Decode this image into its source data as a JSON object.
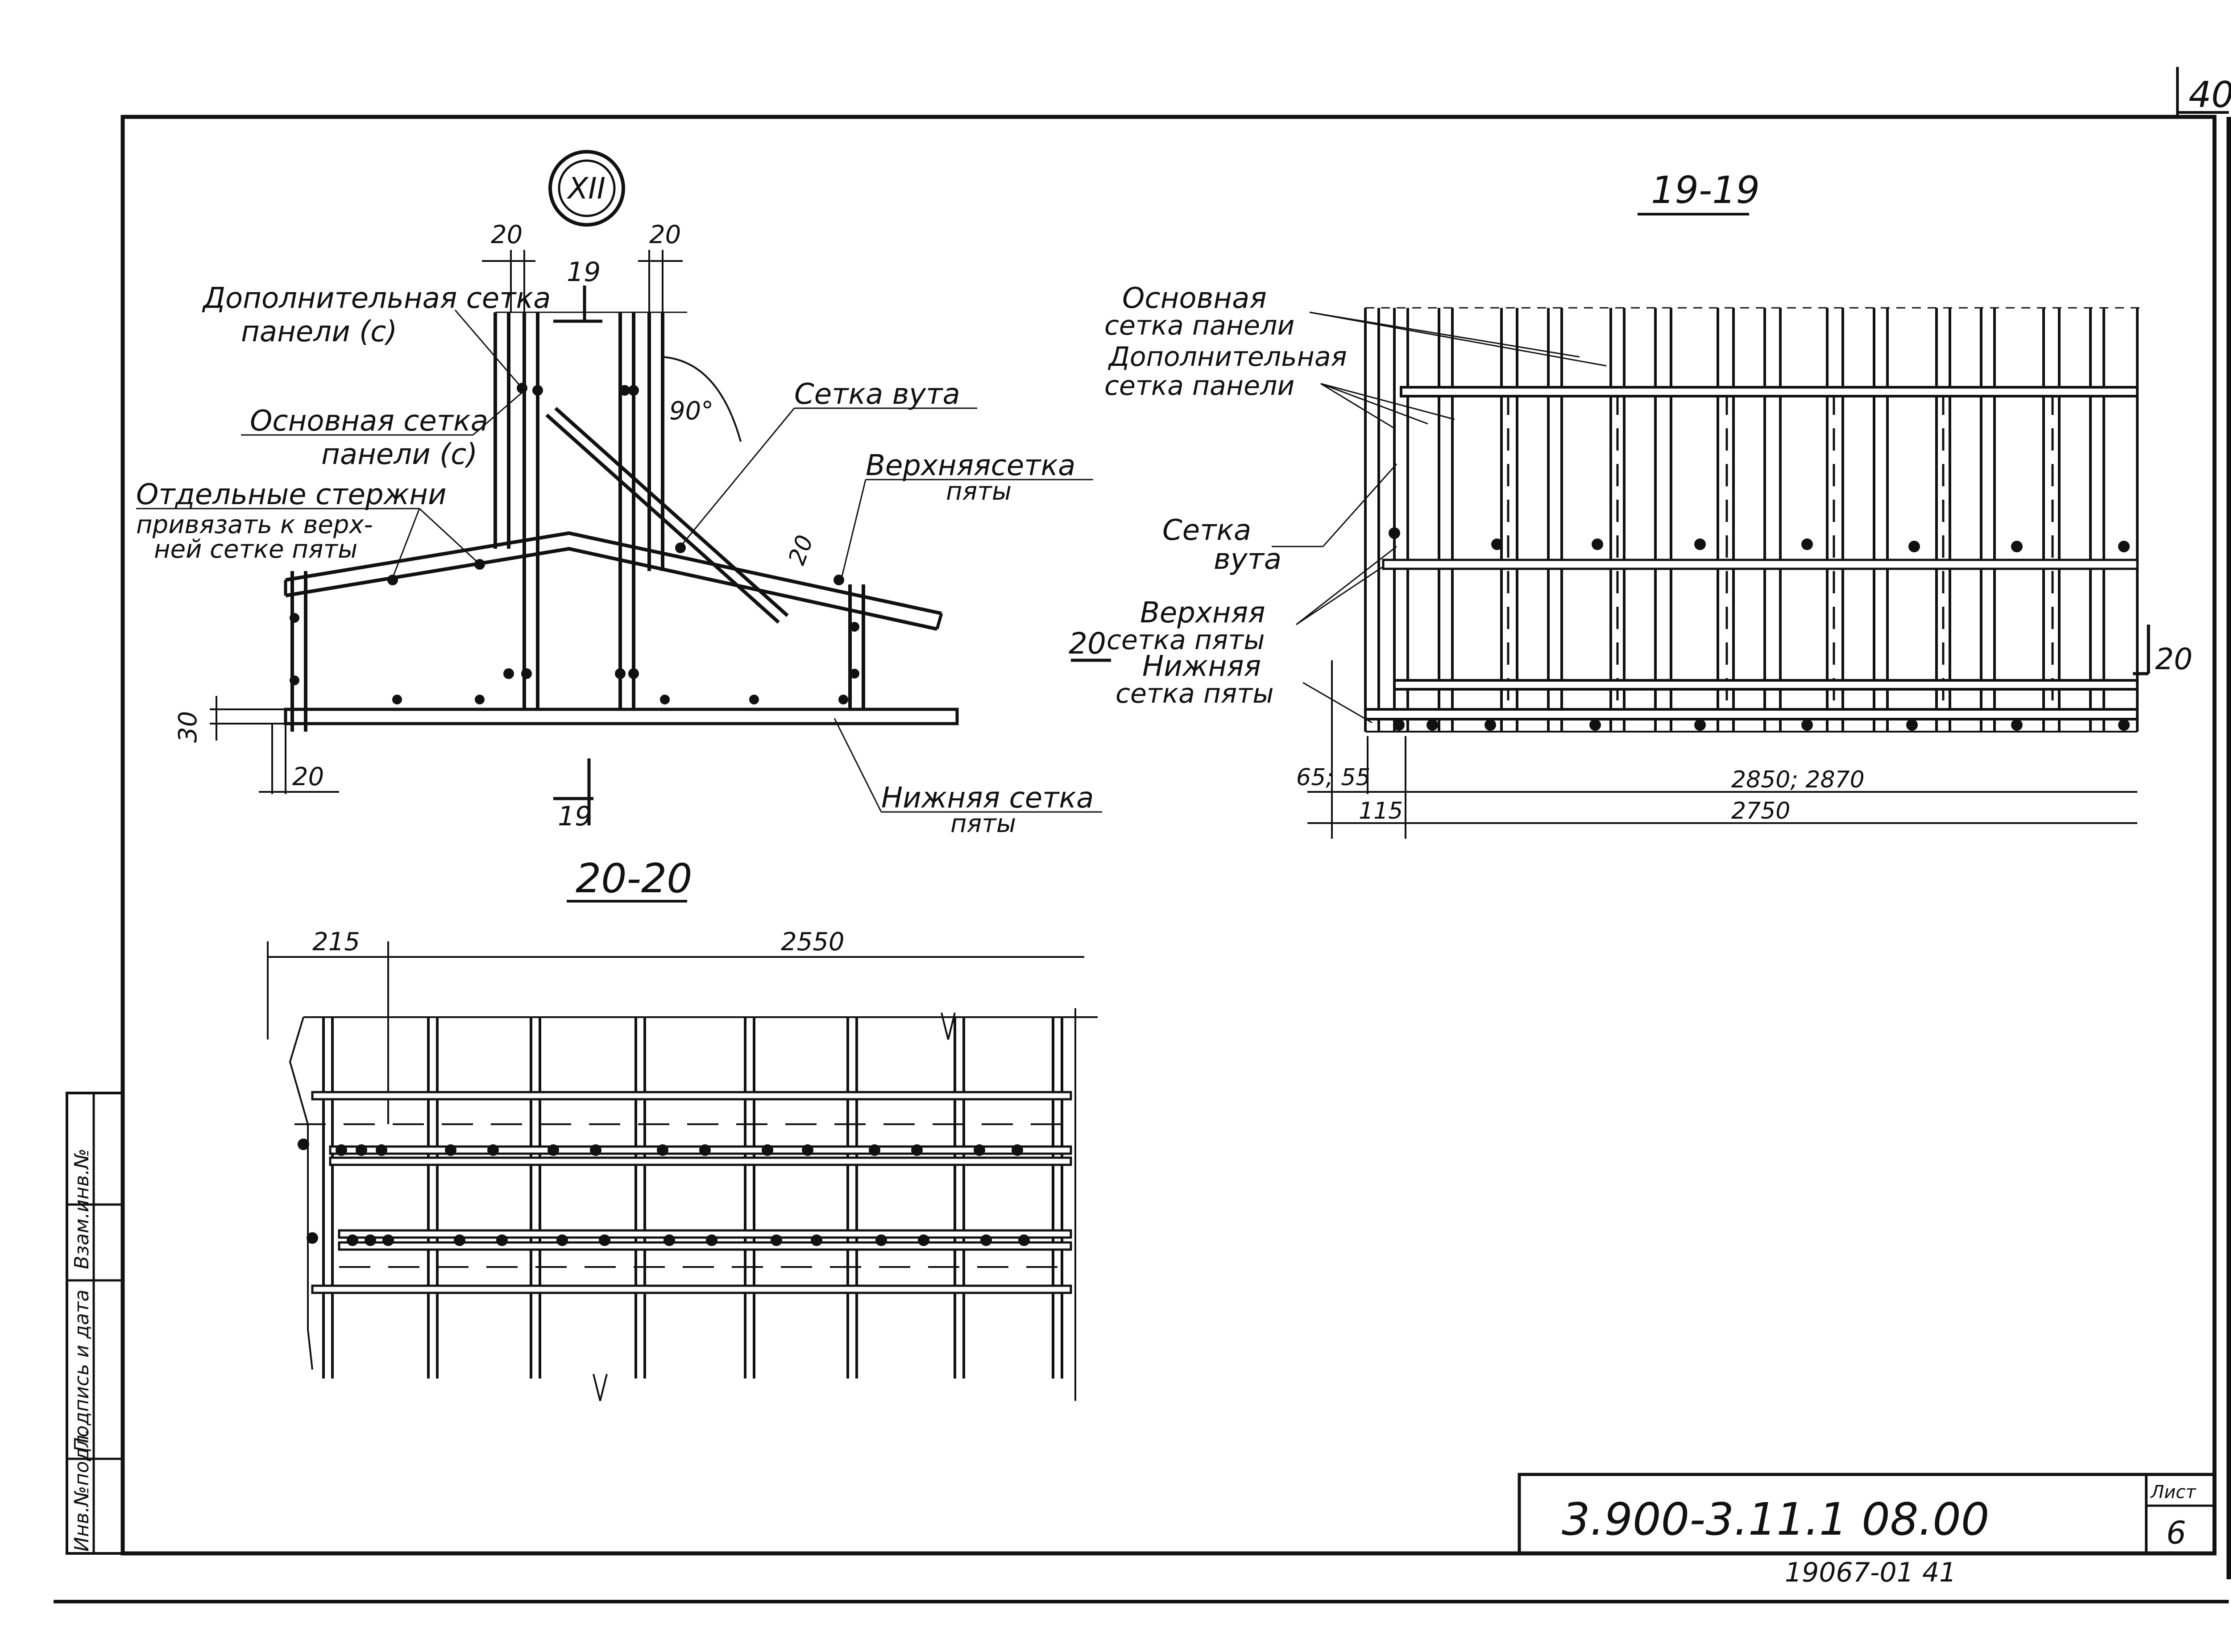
{
  "sheet": {
    "corner_number": "40",
    "detail_marker": "XII",
    "designation": "3.900-3.11.1 08.00",
    "sheet_label": "Лист",
    "sheet_number": "6",
    "archive_number": "19067-01 41"
  },
  "side_stamp": {
    "inv_no_podl": "Инв.№подл.",
    "podpis_data": "Подпись и дата",
    "vzam_inv": "Взам.инв.№"
  },
  "detail_xii": {
    "dim_left_20": "20",
    "dim_right_20": "20",
    "cut_19_top": "19",
    "cut_19_bottom": "19",
    "angle": "90°",
    "dim_30": "30",
    "dim_bottom_20": "20",
    "dim_slope_20": "20",
    "label_dop_setka_1": "Дополнительная сетка",
    "label_dop_setka_2": "панели (с)",
    "label_osn_setka_1": "Основная сетка",
    "label_osn_setka_2": "панели (с)",
    "label_stergni_1": "Отдельные стержни",
    "label_stergni_2": "привязать к верх-",
    "label_stergni_3": "ней сетке пяты",
    "label_vuta": "Сетка вута",
    "label_verh_1": "Верхняясетка",
    "label_verh_2": "пяты",
    "label_nizh_1": "Нижняя сетка",
    "label_nizh_2": "пяты"
  },
  "section_19": {
    "title": "19-19",
    "label_osn_1": "Основная",
    "label_osn_2": "сетка панели",
    "label_dop_1": "Дополнительная",
    "label_dop_2": "сетка панели",
    "label_vuta_1": "Сетка",
    "label_vuta_2": "вута",
    "label_verh_1": "Верхняя",
    "label_verh_2": "сетка пяты",
    "label_nizh_1": "Нижняя",
    "label_nizh_2": "сетка пяты",
    "cut_20_left": "20",
    "cut_20_right": "20",
    "dim_65_55": "65; 55",
    "dim_115": "115",
    "dim_2850": "2850; 2870",
    "dim_2750": "2750"
  },
  "section_20": {
    "title": "20-20",
    "dim_215": "215",
    "dim_2550": "2550"
  }
}
